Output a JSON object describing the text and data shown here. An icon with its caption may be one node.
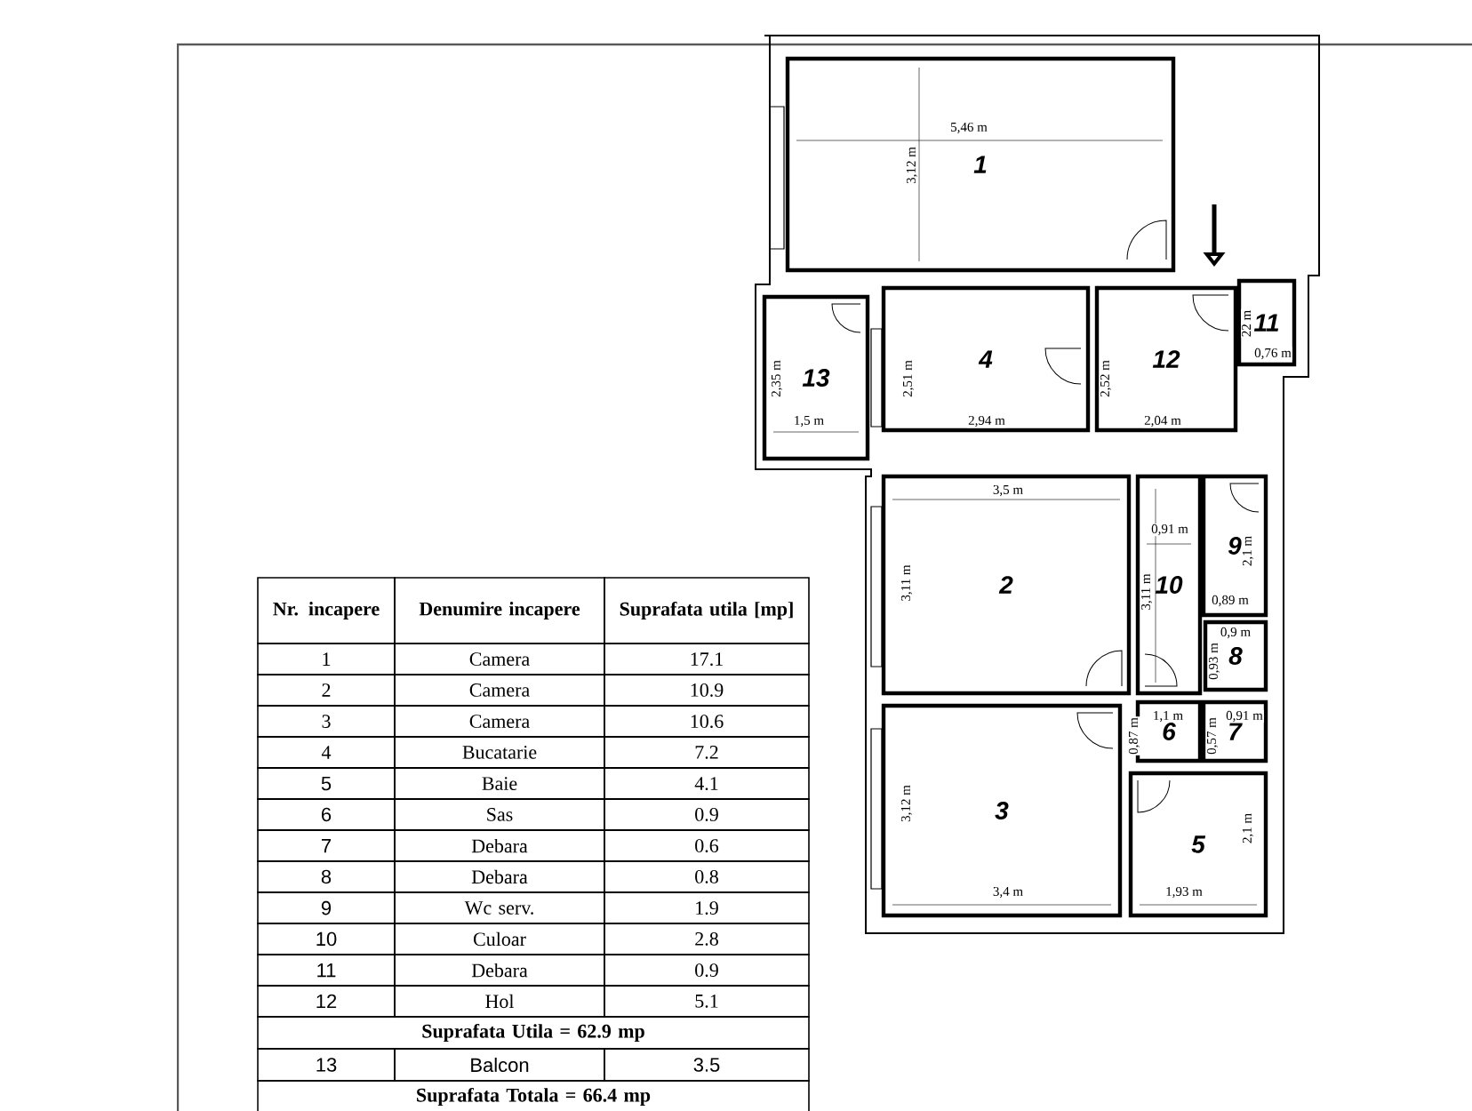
{
  "diagram": {
    "nodes": [
      {
        "text": [
          "1"
        ]
      },
      {
        "text": [
          "13"
        ]
      },
      {
        "text": [
          "4"
        ]
      },
      {
        "text": [
          "12"
        ]
      },
      {
        "text": [
          "11"
        ]
      },
      {
        "text": [
          "2"
        ]
      },
      {
        "text": [
          "10"
        ]
      },
      {
        "text": [
          "9"
        ]
      },
      {
        "text": [
          "8"
        ]
      },
      {
        "text": [
          "6"
        ]
      },
      {
        "text": [
          "7"
        ]
      },
      {
        "text": [
          "3"
        ]
      },
      {
        "text": [
          "5"
        ]
      }
    ],
    "labels": [
      "5,46 m",
      "3,12 m",
      "2,35 m",
      "1,5 m",
      "2,51 m",
      "2,94 m",
      "2,52 m",
      "2,04 m",
      "22 m",
      "0,76 m",
      "3,5 m",
      "3,11 m",
      "0,91 m",
      "3,11 m",
      "2,1 m",
      "0,89 m",
      "0,9 m",
      "0,93 m",
      "1,1 m",
      "0,91 m",
      "0,87 m",
      "0,57 m",
      "3,12 m",
      "3,4 m",
      "2,1 m",
      "1,93 m",
      "Nr. incapere",
      "Denumire incapere",
      "Suprafata utila [mp]",
      "1",
      "Camera",
      "17.1",
      "2",
      "Camera",
      "10.9",
      "3",
      "Camera",
      "10.6",
      "4",
      "Bucatarie",
      "7.2",
      "5",
      "Baie",
      "4.1",
      "6",
      "Sas",
      "0.9",
      "7",
      "Debara",
      "0.6",
      "8",
      "Debara",
      "0.8",
      "9",
      "Wc serv.",
      "1.9",
      "10",
      "Culoar",
      "2.8",
      "11",
      "Debara",
      "0.9",
      "12",
      "Hol",
      "5.1",
      "Suprafata Utila = 62.9 mp",
      "13",
      "Balcon",
      "3.5",
      "Suprafata Totala = 66.4 mp"
    ]
  }
}
